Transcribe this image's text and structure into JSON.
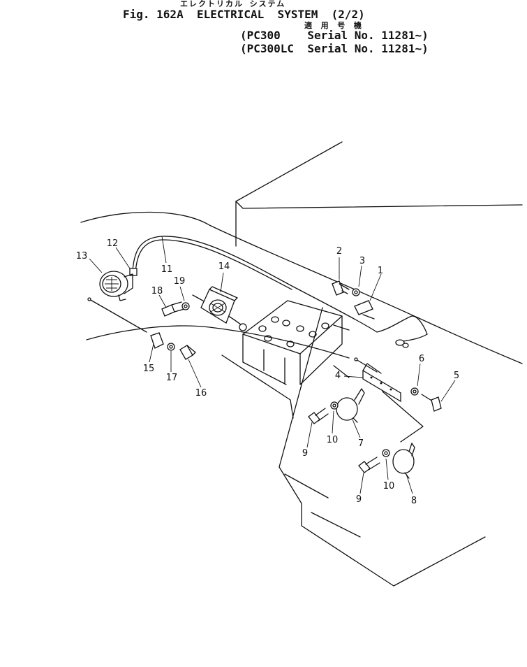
{
  "header": {
    "japanese_title": "エレクトリカル システム",
    "figure_title": "Fig. 162A  ELECTRICAL  SYSTEM  (2/2)",
    "applicability_label": "適 用 号 機",
    "serial_lines": [
      "(PC300    Serial No. 11281~)",
      "(PC300LC  Serial No. 11281~)"
    ]
  },
  "callouts": {
    "c1": "1",
    "c2": "2",
    "c3": "3",
    "c4": "4",
    "c5": "5",
    "c6": "6",
    "c7": "7",
    "c8": "8",
    "c9a": "9",
    "c9b": "9",
    "c10a": "10",
    "c10b": "10",
    "c11": "11",
    "c12": "12",
    "c13": "13",
    "c14": "14",
    "c15": "15",
    "c16": "16",
    "c17": "17",
    "c18": "18",
    "c19": "19"
  }
}
